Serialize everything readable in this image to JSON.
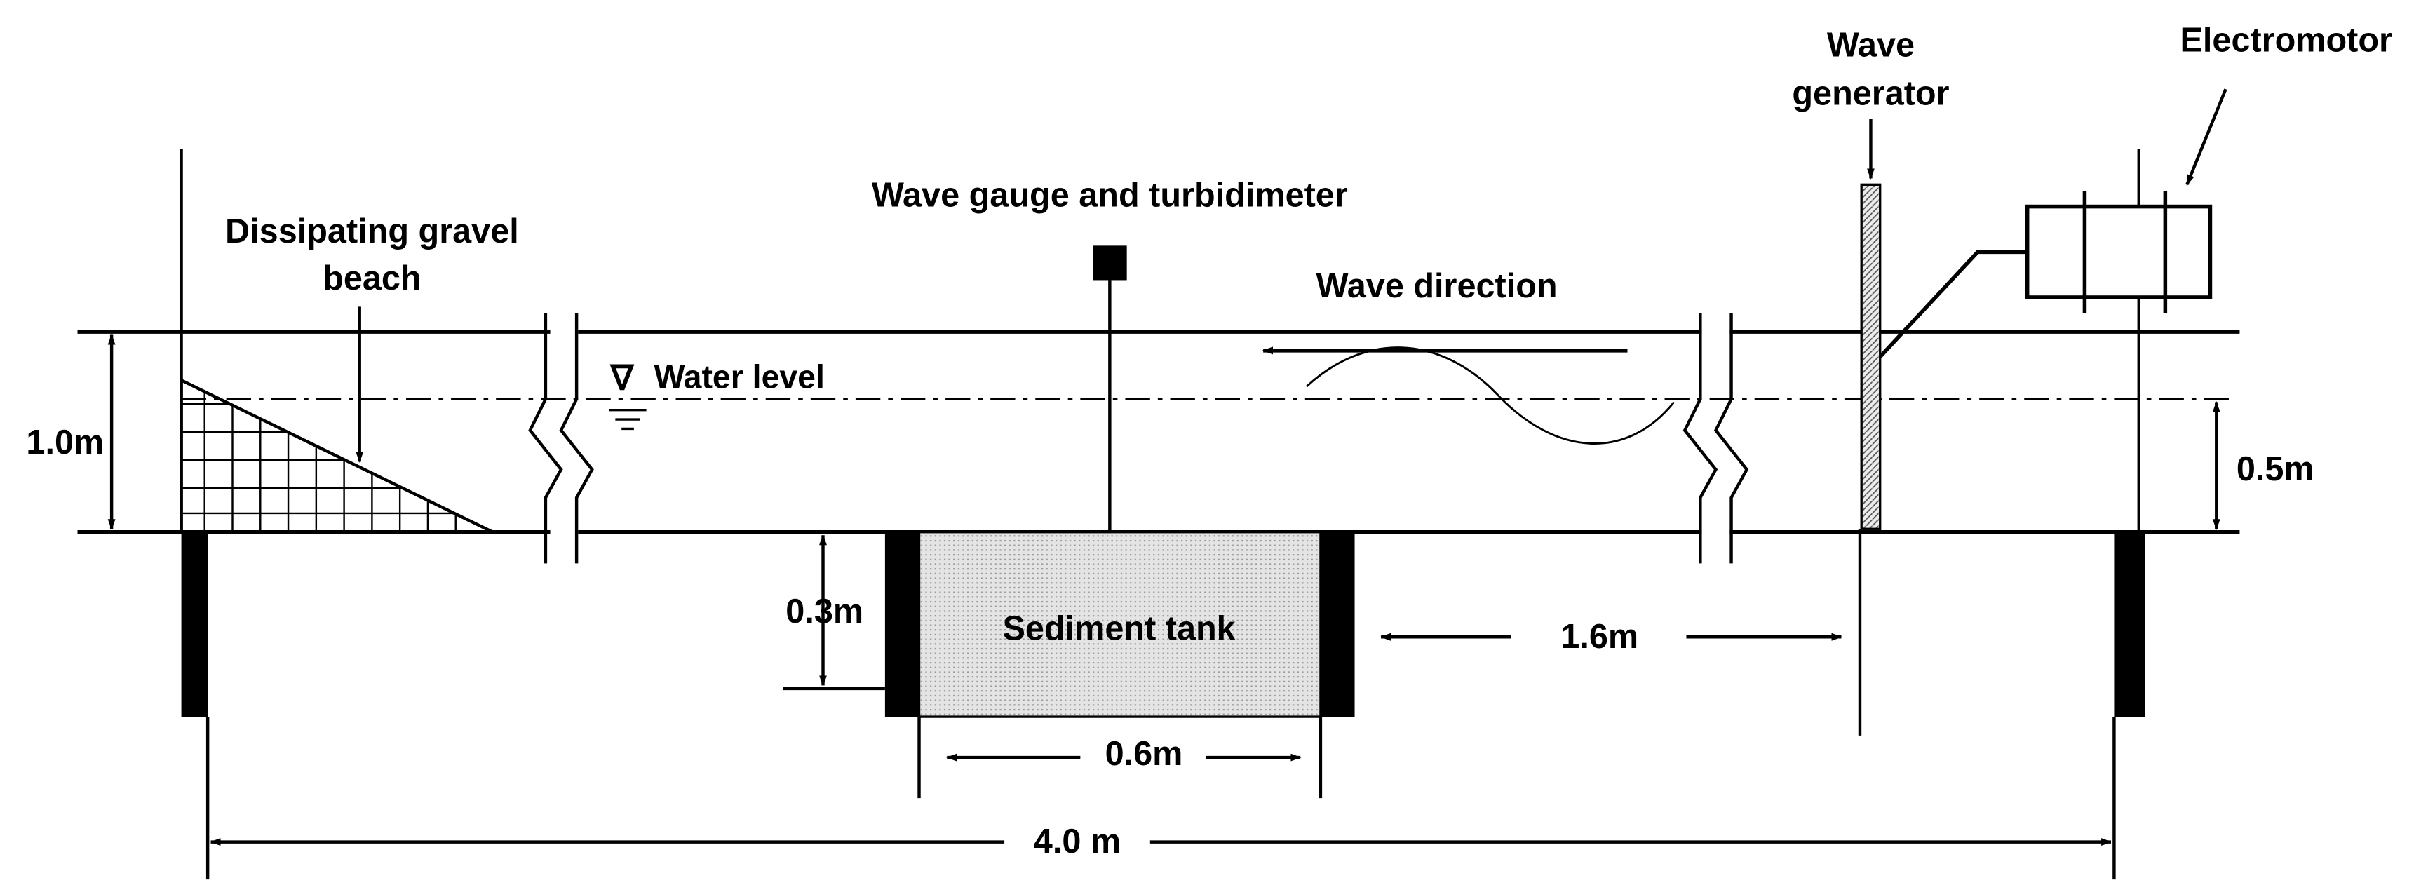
{
  "labels": {
    "gravel_beach_line1": "Dissipating gravel",
    "gravel_beach_line2": "beach",
    "gauge": "Wave gauge and turbidimeter",
    "wave_direction": "Wave direction",
    "water_level": "Water level",
    "water_level_symbol": "∇",
    "wave_generator_line1": "Wave",
    "wave_generator_line2": "generator",
    "electromotor": "Electromotor",
    "sediment_tank": "Sediment tank",
    "dim_flume_depth": "1.0m",
    "dim_water_depth": "0.5m",
    "dim_tank_depth": "0.3m",
    "dim_tank_width": "0.6m",
    "dim_tank_to_generator": "1.6m",
    "dim_total_length": "4.0 m"
  },
  "colors": {
    "ink": "#000000",
    "sediment_fill": "#dcdcdc",
    "generator_fill": "#cfcfcf",
    "background": "#ffffff"
  }
}
